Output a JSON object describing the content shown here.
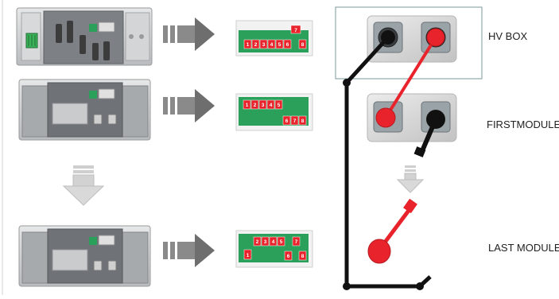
{
  "labels": {
    "hv_box": "HV BOX",
    "first_module": "FIRSTMODULE",
    "last_module": "LAST MODULE"
  },
  "dip_rows": [
    {
      "labels": [
        "1",
        "2",
        "3",
        "4",
        "5",
        "6",
        "7",
        "8"
      ]
    },
    {
      "labels": [
        "1",
        "2",
        "3",
        "4",
        "5",
        "6",
        "7",
        "8"
      ]
    },
    {
      "labels": [
        "1",
        "2",
        "3",
        "4",
        "5",
        "6",
        "7",
        "8"
      ]
    }
  ],
  "colors": {
    "dip_board": "#2aa05a",
    "dip_switch": "#e8232b",
    "arrow_dark": "#808080",
    "arrow_light": "#d2d2d2",
    "cable_black": "#111111",
    "cable_red": "#e8232b",
    "unit_body": "#c9cbcd",
    "unit_panel": "#9ea2a6"
  }
}
